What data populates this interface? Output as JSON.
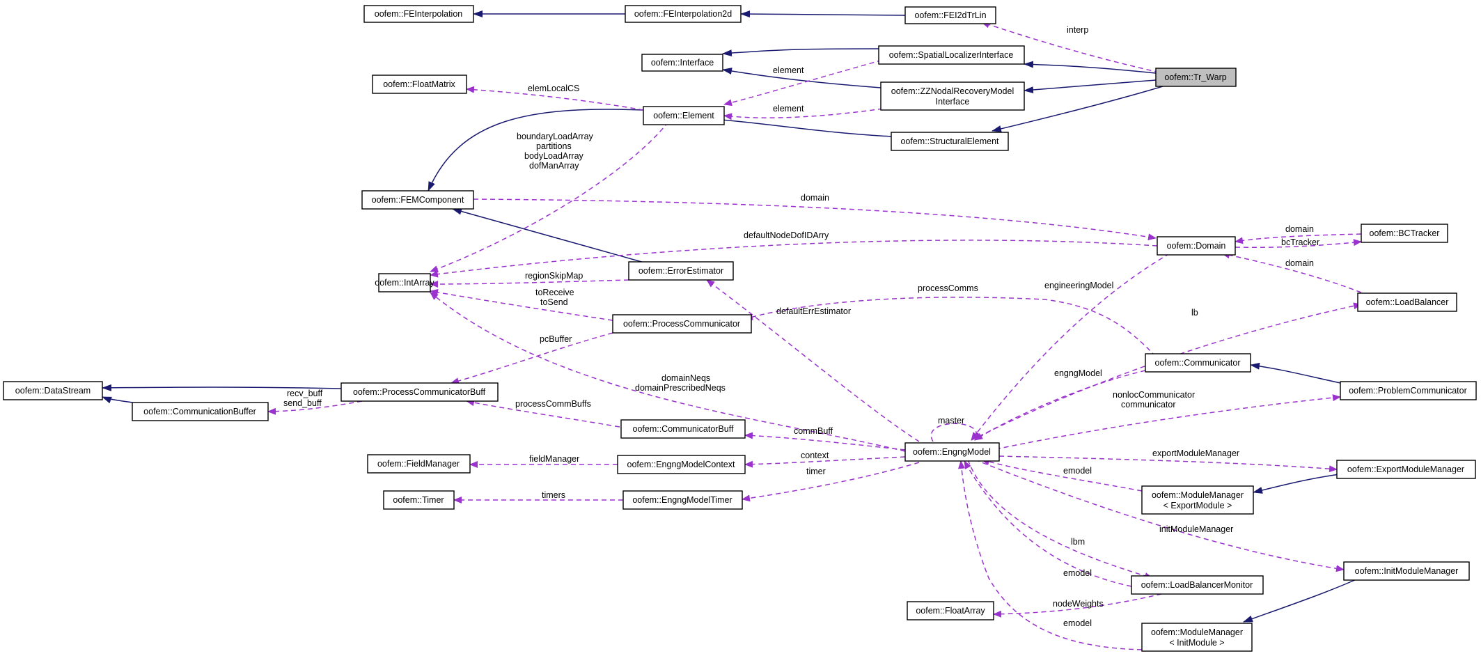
{
  "nodes": [
    {
      "id": "FEInterpolation",
      "label": "oofem::FEInterpolation"
    },
    {
      "id": "FEInterpolation2d",
      "label": "oofem::FEInterpolation2d"
    },
    {
      "id": "FEI2dTrLin",
      "label": "oofem::FEI2dTrLin"
    },
    {
      "id": "Interface",
      "label": "oofem::Interface"
    },
    {
      "id": "SpatialLocalizerInterface",
      "label": "oofem::SpatialLocalizerInterface"
    },
    {
      "id": "ZZ",
      "label": "oofem::ZZNodalRecoveryModel",
      "label2": "Interface"
    },
    {
      "id": "TrWarp",
      "label": "oofem::Tr_Warp"
    },
    {
      "id": "FloatMatrix",
      "label": "oofem::FloatMatrix"
    },
    {
      "id": "Element",
      "label": "oofem::Element"
    },
    {
      "id": "StructuralElement",
      "label": "oofem::StructuralElement"
    },
    {
      "id": "FEMComponent",
      "label": "oofem::FEMComponent"
    },
    {
      "id": "Domain",
      "label": "oofem::Domain"
    },
    {
      "id": "BCTracker",
      "label": "oofem::BCTracker"
    },
    {
      "id": "IntArray",
      "label": "oofem::IntArray"
    },
    {
      "id": "ErrorEstimator",
      "label": "oofem::ErrorEstimator"
    },
    {
      "id": "LoadBalancer",
      "label": "oofem::LoadBalancer"
    },
    {
      "id": "ProcessCommunicator",
      "label": "oofem::ProcessCommunicator"
    },
    {
      "id": "Communicator",
      "label": "oofem::Communicator"
    },
    {
      "id": "ProblemCommunicator",
      "label": "oofem::ProblemCommunicator"
    },
    {
      "id": "DataStream",
      "label": "oofem::DataStream"
    },
    {
      "id": "PCBuff",
      "label": "oofem::ProcessCommunicatorBuff"
    },
    {
      "id": "CommunicationBuffer",
      "label": "oofem::CommunicationBuffer"
    },
    {
      "id": "CommunicatorBuff",
      "label": "oofem::CommunicatorBuff"
    },
    {
      "id": "EngngModel",
      "label": "oofem::EngngModel"
    },
    {
      "id": "FieldManager",
      "label": "oofem::FieldManager"
    },
    {
      "id": "EngngModelContext",
      "label": "oofem::EngngModelContext"
    },
    {
      "id": "ExportModuleManager",
      "label": "oofem::ExportModuleManager"
    },
    {
      "id": "Timer",
      "label": "oofem::Timer"
    },
    {
      "id": "EngngModelTimer",
      "label": "oofem::EngngModelTimer"
    },
    {
      "id": "MMExport",
      "label": "oofem::ModuleManager",
      "label2": "< ExportModule >"
    },
    {
      "id": "InitModuleManager",
      "label": "oofem::InitModuleManager"
    },
    {
      "id": "LoadBalancerMonitor",
      "label": "oofem::LoadBalancerMonitor"
    },
    {
      "id": "FloatArray",
      "label": "oofem::FloatArray"
    },
    {
      "id": "MMInit",
      "label": "oofem::ModuleManager",
      "label2": "< InitModule >"
    }
  ],
  "edge_labels": {
    "interp": "interp",
    "element_sli": "element",
    "element_zz": "element",
    "elemLocalCS": "elemLocalCS",
    "element_intarray_1": "boundaryLoadArray",
    "element_intarray_2": "partitions",
    "element_intarray_3": "bodyLoadArray",
    "element_intarray_4": "dofManArray",
    "domain_fem": "domain",
    "defaultNodeDofIDArry": "defaultNodeDofIDArry",
    "domain_bc": "domain",
    "bcTracker": "bcTracker",
    "domain_lb": "domain",
    "regionSkipMap": "regionSkipMap",
    "toReceive": "toReceive",
    "toSend": "toSend",
    "processComms": "processComms",
    "engineeringModel": "engineeringModel",
    "defaultErrEstimator": "defaultErrEstimator",
    "lb": "lb",
    "pcBuffer": "pcBuffer",
    "engngModel": "engngModel",
    "domainNeqs": "domainNeqs",
    "domainPrescribedNeqs": "domainPrescribedNeqs",
    "recv_buff": "recv_buff",
    "send_buff": "send_buff",
    "nonlocCommunicator": "nonlocCommunicator",
    "communicator": "communicator",
    "master": "master",
    "processCommBuffs": "processCommBuffs",
    "commBuff": "commBuff",
    "fieldManager": "fieldManager",
    "context": "context",
    "timer": "timer",
    "exportModuleManager": "exportModuleManager",
    "timers": "timers",
    "emodel_export": "emodel",
    "initModuleManager": "initModuleManager",
    "lbm": "lbm",
    "emodel_lbm": "emodel",
    "nodeWeights": "nodeWeights",
    "emodel_init": "emodel"
  },
  "colors": {
    "inheritance": "#191970",
    "usage": "#9a32cd",
    "focus_fill": "#bfbfbf"
  }
}
